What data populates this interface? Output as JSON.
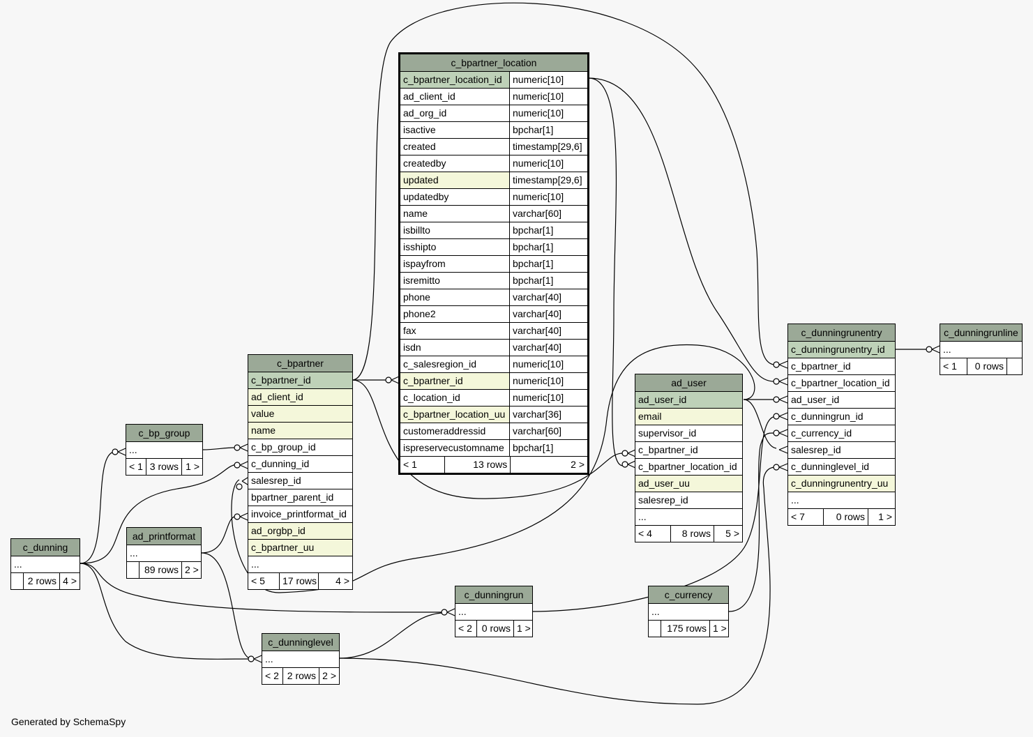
{
  "credit": "Generated by SchemaSpy",
  "tables": {
    "c_bpartner_location": {
      "name": "c_bpartner_location",
      "columns": [
        {
          "name": "c_bpartner_location_id",
          "type": "numeric[10]",
          "style": "pk"
        },
        {
          "name": "ad_client_id",
          "type": "numeric[10]",
          "style": ""
        },
        {
          "name": "ad_org_id",
          "type": "numeric[10]",
          "style": ""
        },
        {
          "name": "isactive",
          "type": "bpchar[1]",
          "style": ""
        },
        {
          "name": "created",
          "type": "timestamp[29,6]",
          "style": ""
        },
        {
          "name": "createdby",
          "type": "numeric[10]",
          "style": ""
        },
        {
          "name": "updated",
          "type": "timestamp[29,6]",
          "style": "idx"
        },
        {
          "name": "updatedby",
          "type": "numeric[10]",
          "style": ""
        },
        {
          "name": "name",
          "type": "varchar[60]",
          "style": ""
        },
        {
          "name": "isbillto",
          "type": "bpchar[1]",
          "style": ""
        },
        {
          "name": "isshipto",
          "type": "bpchar[1]",
          "style": ""
        },
        {
          "name": "ispayfrom",
          "type": "bpchar[1]",
          "style": ""
        },
        {
          "name": "isremitto",
          "type": "bpchar[1]",
          "style": ""
        },
        {
          "name": "phone",
          "type": "varchar[40]",
          "style": ""
        },
        {
          "name": "phone2",
          "type": "varchar[40]",
          "style": ""
        },
        {
          "name": "fax",
          "type": "varchar[40]",
          "style": ""
        },
        {
          "name": "isdn",
          "type": "varchar[40]",
          "style": ""
        },
        {
          "name": "c_salesregion_id",
          "type": "numeric[10]",
          "style": ""
        },
        {
          "name": "c_bpartner_id",
          "type": "numeric[10]",
          "style": "idx"
        },
        {
          "name": "c_location_id",
          "type": "numeric[10]",
          "style": ""
        },
        {
          "name": "c_bpartner_location_uu",
          "type": "varchar[36]",
          "style": "idx"
        },
        {
          "name": "customeraddressid",
          "type": "varchar[60]",
          "style": ""
        },
        {
          "name": "ispreservecustomname",
          "type": "bpchar[1]",
          "style": ""
        }
      ],
      "footer": {
        "left": "< 1",
        "rows": "13 rows",
        "right": "2 >"
      }
    },
    "c_bpartner": {
      "name": "c_bpartner",
      "columns": [
        {
          "name": "c_bpartner_id",
          "style": "pk"
        },
        {
          "name": "ad_client_id",
          "style": "idx"
        },
        {
          "name": "value",
          "style": "idx"
        },
        {
          "name": "name",
          "style": "idx"
        },
        {
          "name": "c_bp_group_id",
          "style": ""
        },
        {
          "name": "c_dunning_id",
          "style": ""
        },
        {
          "name": "salesrep_id",
          "style": ""
        },
        {
          "name": "bpartner_parent_id",
          "style": ""
        },
        {
          "name": "invoice_printformat_id",
          "style": ""
        },
        {
          "name": "ad_orgbp_id",
          "style": "idx"
        },
        {
          "name": "c_bpartner_uu",
          "style": "idx"
        },
        {
          "name": "...",
          "style": ""
        }
      ],
      "footer": {
        "left": "< 5",
        "rows": "17 rows",
        "right": "4 >"
      }
    },
    "ad_user": {
      "name": "ad_user",
      "columns": [
        {
          "name": "ad_user_id",
          "style": "pk"
        },
        {
          "name": "email",
          "style": "idx"
        },
        {
          "name": "supervisor_id",
          "style": ""
        },
        {
          "name": "c_bpartner_id",
          "style": ""
        },
        {
          "name": "c_bpartner_location_id",
          "style": ""
        },
        {
          "name": "ad_user_uu",
          "style": "idx"
        },
        {
          "name": "salesrep_id",
          "style": ""
        },
        {
          "name": "...",
          "style": ""
        }
      ],
      "footer": {
        "left": "< 4",
        "rows": "8 rows",
        "right": "5 >"
      }
    },
    "c_dunningrunentry": {
      "name": "c_dunningrunentry",
      "columns": [
        {
          "name": "c_dunningrunentry_id",
          "style": "pk"
        },
        {
          "name": "c_bpartner_id",
          "style": ""
        },
        {
          "name": "c_bpartner_location_id",
          "style": ""
        },
        {
          "name": "ad_user_id",
          "style": ""
        },
        {
          "name": "c_dunningrun_id",
          "style": ""
        },
        {
          "name": "c_currency_id",
          "style": ""
        },
        {
          "name": "salesrep_id",
          "style": ""
        },
        {
          "name": "c_dunninglevel_id",
          "style": ""
        },
        {
          "name": "c_dunningrunentry_uu",
          "style": "idx"
        },
        {
          "name": "...",
          "style": ""
        }
      ],
      "footer": {
        "left": "< 7",
        "rows": "0 rows",
        "right": "1 >"
      }
    },
    "c_dunningrunline": {
      "name": "c_dunningrunline",
      "columns": [
        {
          "name": "...",
          "style": ""
        }
      ],
      "footer": {
        "left": "< 1",
        "rows": "0 rows",
        "right": ""
      }
    },
    "c_bp_group": {
      "name": "c_bp_group",
      "columns": [
        {
          "name": "...",
          "style": ""
        }
      ],
      "footer": {
        "left": "< 1",
        "rows": "3 rows",
        "right": "1 >"
      }
    },
    "c_dunning": {
      "name": "c_dunning",
      "columns": [
        {
          "name": "...",
          "style": ""
        }
      ],
      "footer": {
        "left": "",
        "rows": "2 rows",
        "right": "4 >"
      }
    },
    "ad_printformat": {
      "name": "ad_printformat",
      "columns": [
        {
          "name": "...",
          "style": ""
        }
      ],
      "footer": {
        "left": "",
        "rows": "89 rows",
        "right": "2 >"
      }
    },
    "c_dunningrun": {
      "name": "c_dunningrun",
      "columns": [
        {
          "name": "...",
          "style": ""
        }
      ],
      "footer": {
        "left": "< 2",
        "rows": "0 rows",
        "right": "1 >"
      }
    },
    "c_currency": {
      "name": "c_currency",
      "columns": [
        {
          "name": "...",
          "style": ""
        }
      ],
      "footer": {
        "left": "",
        "rows": "175 rows",
        "right": "1 >"
      }
    },
    "c_dunninglevel": {
      "name": "c_dunninglevel",
      "columns": [
        {
          "name": "...",
          "style": ""
        }
      ],
      "footer": {
        "left": "< 2",
        "rows": "2 rows",
        "right": "2 >"
      }
    }
  }
}
